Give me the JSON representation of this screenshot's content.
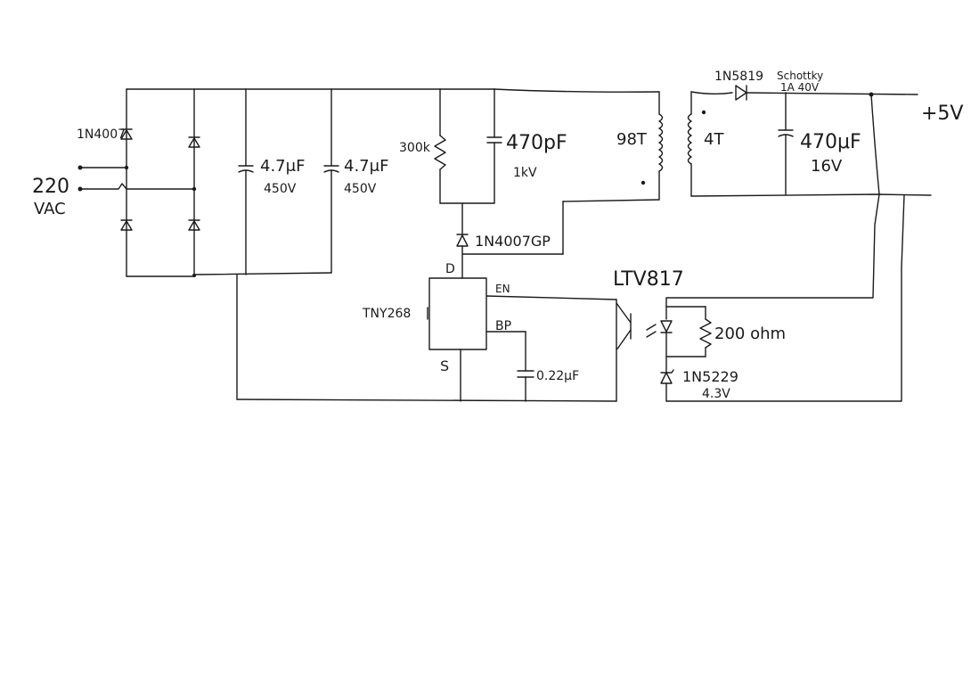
{
  "labels": {
    "input_voltage": "220",
    "input_unit": "VAC",
    "bridge_diode": "1N4007",
    "cap1_value": "4.7μF",
    "cap1_rating": "450V",
    "cap2_value": "4.7μF",
    "cap2_rating": "450V",
    "snubber_resistor": "300k",
    "snubber_cap_value": "470pF",
    "snubber_cap_rating": "1kV",
    "clamp_diode": "1N4007GP",
    "primary_turns": "98T",
    "secondary_turns": "4T",
    "schottky_diode": "1N5819",
    "schottky_note": "Schottky",
    "schottky_rating": "1A 40V",
    "output_cap_value": "470μF",
    "output_cap_rating": "16V",
    "output_voltage": "+5V",
    "controller": "TNY268",
    "pin_drain": "D",
    "pin_enable": "EN",
    "pin_bypass": "BP",
    "pin_source": "S",
    "bypass_cap": "0.22μF",
    "optocoupler": "LTV817",
    "opto_resistor": "200 ohm",
    "zener": "1N5229",
    "zener_voltage": "4.3V"
  }
}
